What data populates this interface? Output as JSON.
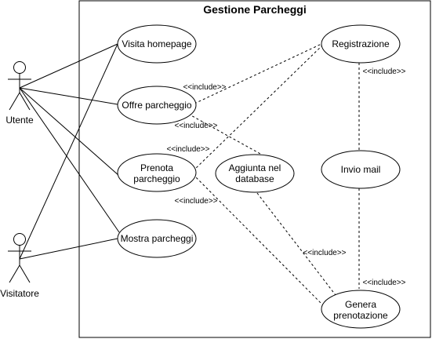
{
  "diagram": {
    "system_title": "Gestione Parcheggi",
    "actors": [
      {
        "id": "utente",
        "label": "Utente"
      },
      {
        "id": "visitatore",
        "label": "Visitatore"
      }
    ],
    "use_cases": [
      {
        "id": "visita",
        "lines": [
          "Visita homepage"
        ]
      },
      {
        "id": "offre",
        "lines": [
          "Offre parcheggio"
        ]
      },
      {
        "id": "prenota",
        "lines": [
          "Prenota",
          "parcheggio"
        ]
      },
      {
        "id": "mostra",
        "lines": [
          "Mostra parcheggi"
        ]
      },
      {
        "id": "aggiunta",
        "lines": [
          "Aggiunta nel",
          "database"
        ]
      },
      {
        "id": "registrazione",
        "lines": [
          "Registrazione"
        ]
      },
      {
        "id": "invio",
        "lines": [
          "Invio mail"
        ]
      },
      {
        "id": "genera",
        "lines": [
          "Genera",
          "prenotazione"
        ]
      }
    ],
    "include_label": "<<include>>"
  }
}
